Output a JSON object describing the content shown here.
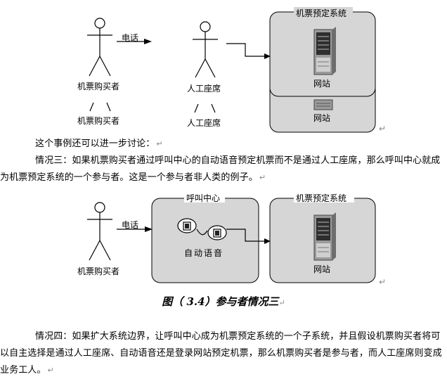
{
  "diagram1": {
    "actor_buyer": "机票购买者",
    "edge_phone": "电话",
    "actor_agent": "人工座席",
    "system_title": "机票预定系统",
    "server_label": "网站",
    "ghost_buyer": "机票购买者",
    "ghost_agent": "人工座席",
    "ghost_server": "网站"
  },
  "paragraph1": "这个事例还可以进一步讨论：",
  "paragraph2": "情况三：如果机票购买者通过呼叫中心的自动语音预定机票而不是通过人工座席，那么呼叫中心就成为机票预定系统的一个参与者。这是一个参与者非人类的例子。",
  "diagram2": {
    "actor_buyer": "机票购买者",
    "edge_phone": "电话",
    "callcenter_title": "呼叫中心",
    "voice_label": "自动语音",
    "system_title": "机票预定系统",
    "server_label": "网站"
  },
  "caption": "图（ 3.4）参与者情况三",
  "paragraph3": "情况四：如果扩大系统边界，让呼叫中心成为机票预定系统的一个子系统，并且假设机票购买者将可以自主选择是通过人工座席、自动语音还是登录网站预定机票，那么机票购买者是参与者，而人工座席则变成业务工人。",
  "paragraph_mark": "↵"
}
